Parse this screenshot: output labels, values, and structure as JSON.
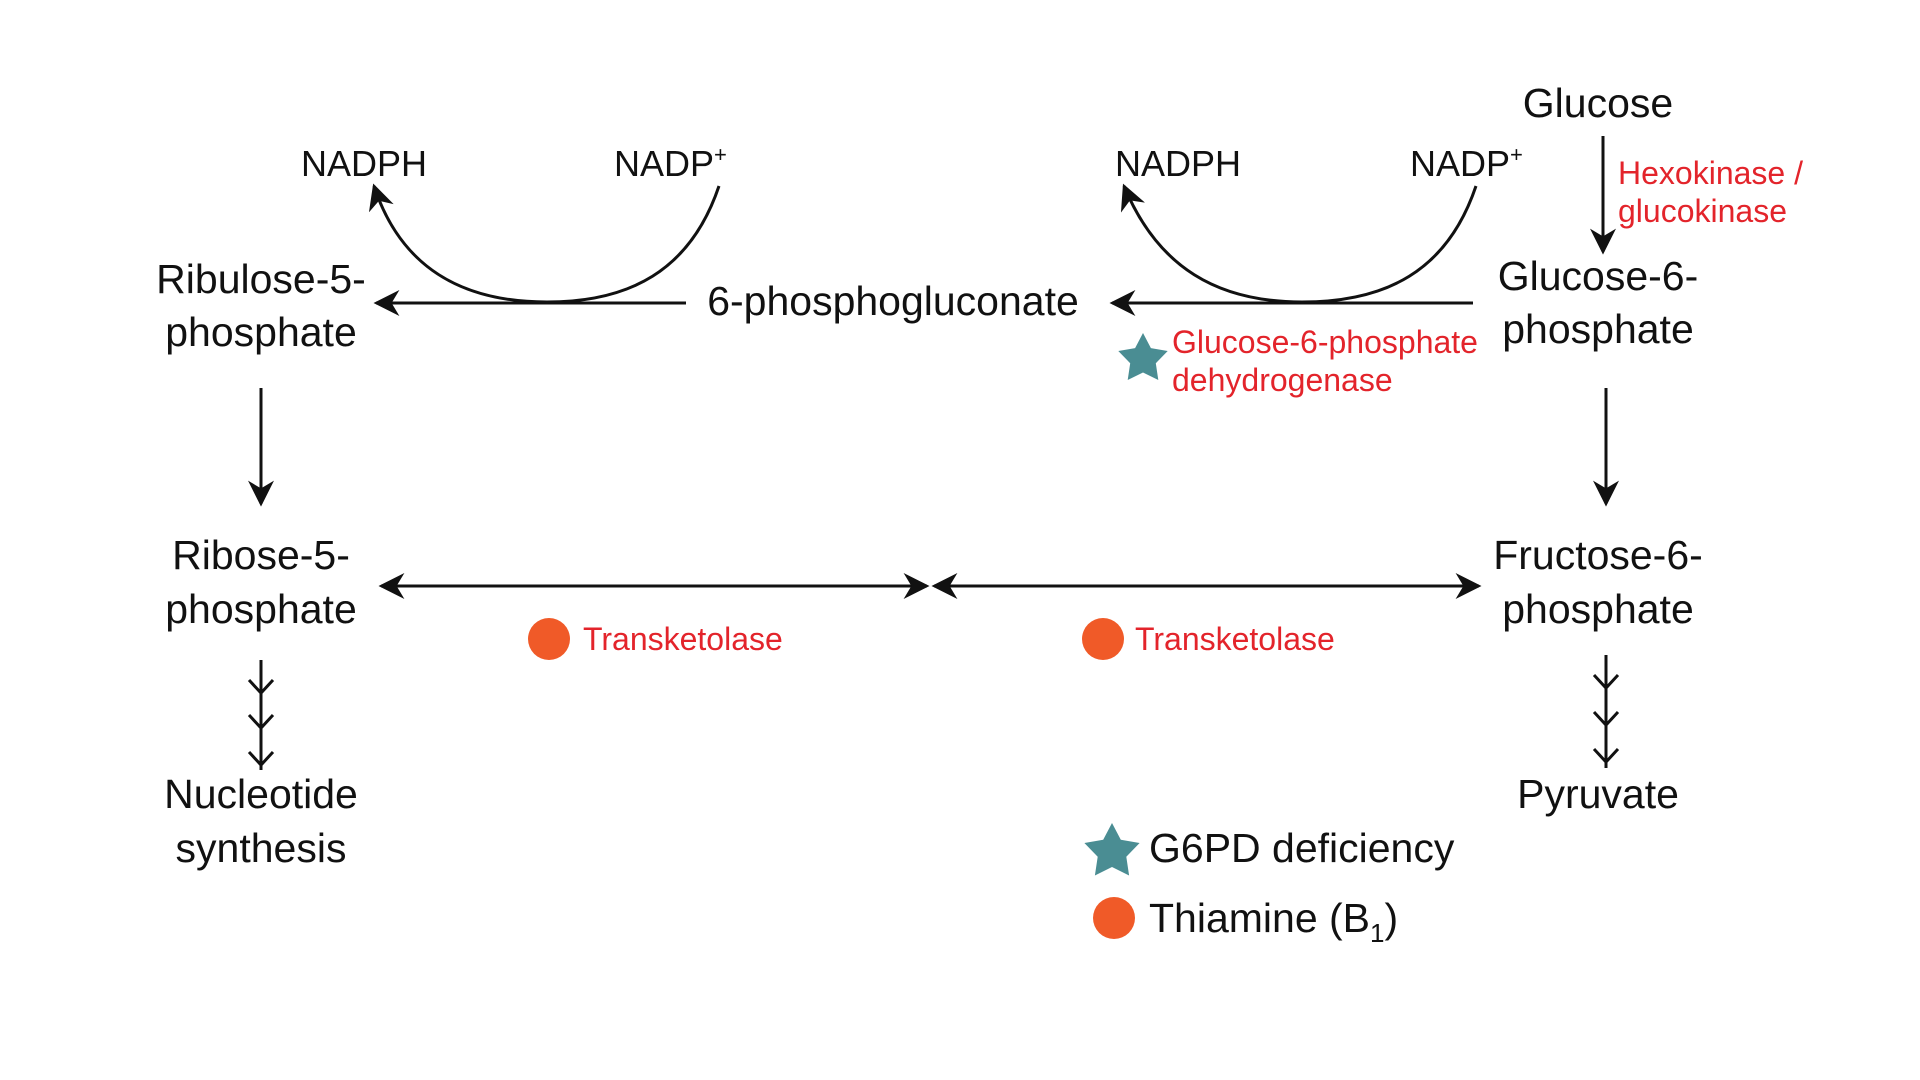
{
  "metabolites": {
    "glucose": "Glucose",
    "glucose6p_1": "Glucose-6-",
    "glucose6p_2": "phosphate",
    "phosphogluconate": "6-phosphogluconate",
    "ribulose5p_1": "Ribulose-5-",
    "ribulose5p_2": "phosphate",
    "ribose5p_1": "Ribose-5-",
    "ribose5p_2": "phosphate",
    "fructose6p_1": "Fructose-6-",
    "fructose6p_2": "phosphate",
    "nucleotide_1": "Nucleotide",
    "nucleotide_2": "synthesis",
    "pyruvate": "Pyruvate"
  },
  "cofactors": {
    "nadph_left": "NADPH",
    "nadp_left": "NADP",
    "nadp_left_sup": "+",
    "nadph_right": "NADPH",
    "nadp_right": "NADP",
    "nadp_right_sup": "+"
  },
  "enzymes": {
    "hexokinase_1": "Hexokinase /",
    "hexokinase_2": "glucokinase",
    "g6pd_1": "Glucose-6-phosphate",
    "g6pd_2": "dehydrogenase",
    "transketolase_left": "Transketolase",
    "transketolase_right": "Transketolase"
  },
  "legend": {
    "star_label": "G6PD deficiency",
    "circle_label_main": "Thiamine (B",
    "circle_label_sub": "1",
    "circle_label_end": ")"
  },
  "colors": {
    "enzyme_text": "#e3242b",
    "star": "#4a8d93",
    "circle": "#f05a28",
    "arrow": "#111111"
  }
}
